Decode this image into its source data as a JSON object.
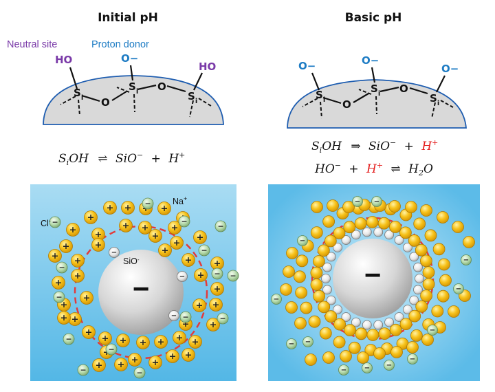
{
  "colors": {
    "accent_purple": "#7a3aa8",
    "accent_blue": "#1e7cc4",
    "surface_gray": "#d9d9d9",
    "surface_edge": "#1e5db0",
    "medium_light": "#a9dcf3",
    "medium_dark": "#53b7e6",
    "cation_fill": "#f7c21a",
    "anion_fill": "#b8dcae",
    "slipping_plane": "#e33b3b",
    "highlight_red": "#e41d1d"
  },
  "panels": {
    "left": {
      "title": "Initial pH",
      "legend_neutral": "Neutral site",
      "legend_donor": "Proton donor",
      "groups": [
        "HO",
        "O−",
        "HO"
      ],
      "equation": {
        "lhs": "S",
        "lhs_sub": "i",
        "lhs2": "OH",
        "arrow": "⇌",
        "rhs": "SiO",
        "rhs_sup": "−",
        "plus": "+",
        "h": "H",
        "h_sup": "+"
      },
      "ion_labels": {
        "cation": "Na",
        "cation_sup": "+",
        "anion": "Cl",
        "anion_sup": "-",
        "surface": "SiO",
        "surface_sup": "-"
      },
      "particle_sign": "−"
    },
    "right": {
      "title": "Basic pH",
      "groups": [
        "O−",
        "O−",
        "O−"
      ],
      "equation1": {
        "lhs": "S",
        "lhs_sub": "i",
        "lhs2": "OH",
        "arrow": "⇒",
        "rhs": "SiO",
        "rhs_sup": "−",
        "plus": "+",
        "h": "H",
        "h_sup": "+"
      },
      "equation2": {
        "lhs": "HO",
        "lhs_sup": "−",
        "plus": "+",
        "h": "H",
        "h_sup": "+",
        "arrow": "⇌",
        "rhs": "H",
        "rhs_sub": "2",
        "rhs2": "O"
      },
      "particle_sign": "−"
    }
  },
  "surface_atoms": {
    "si": "S",
    "si_sub": "i",
    "o": "O"
  },
  "ion_signs": {
    "plus": "+",
    "minus": "−"
  }
}
